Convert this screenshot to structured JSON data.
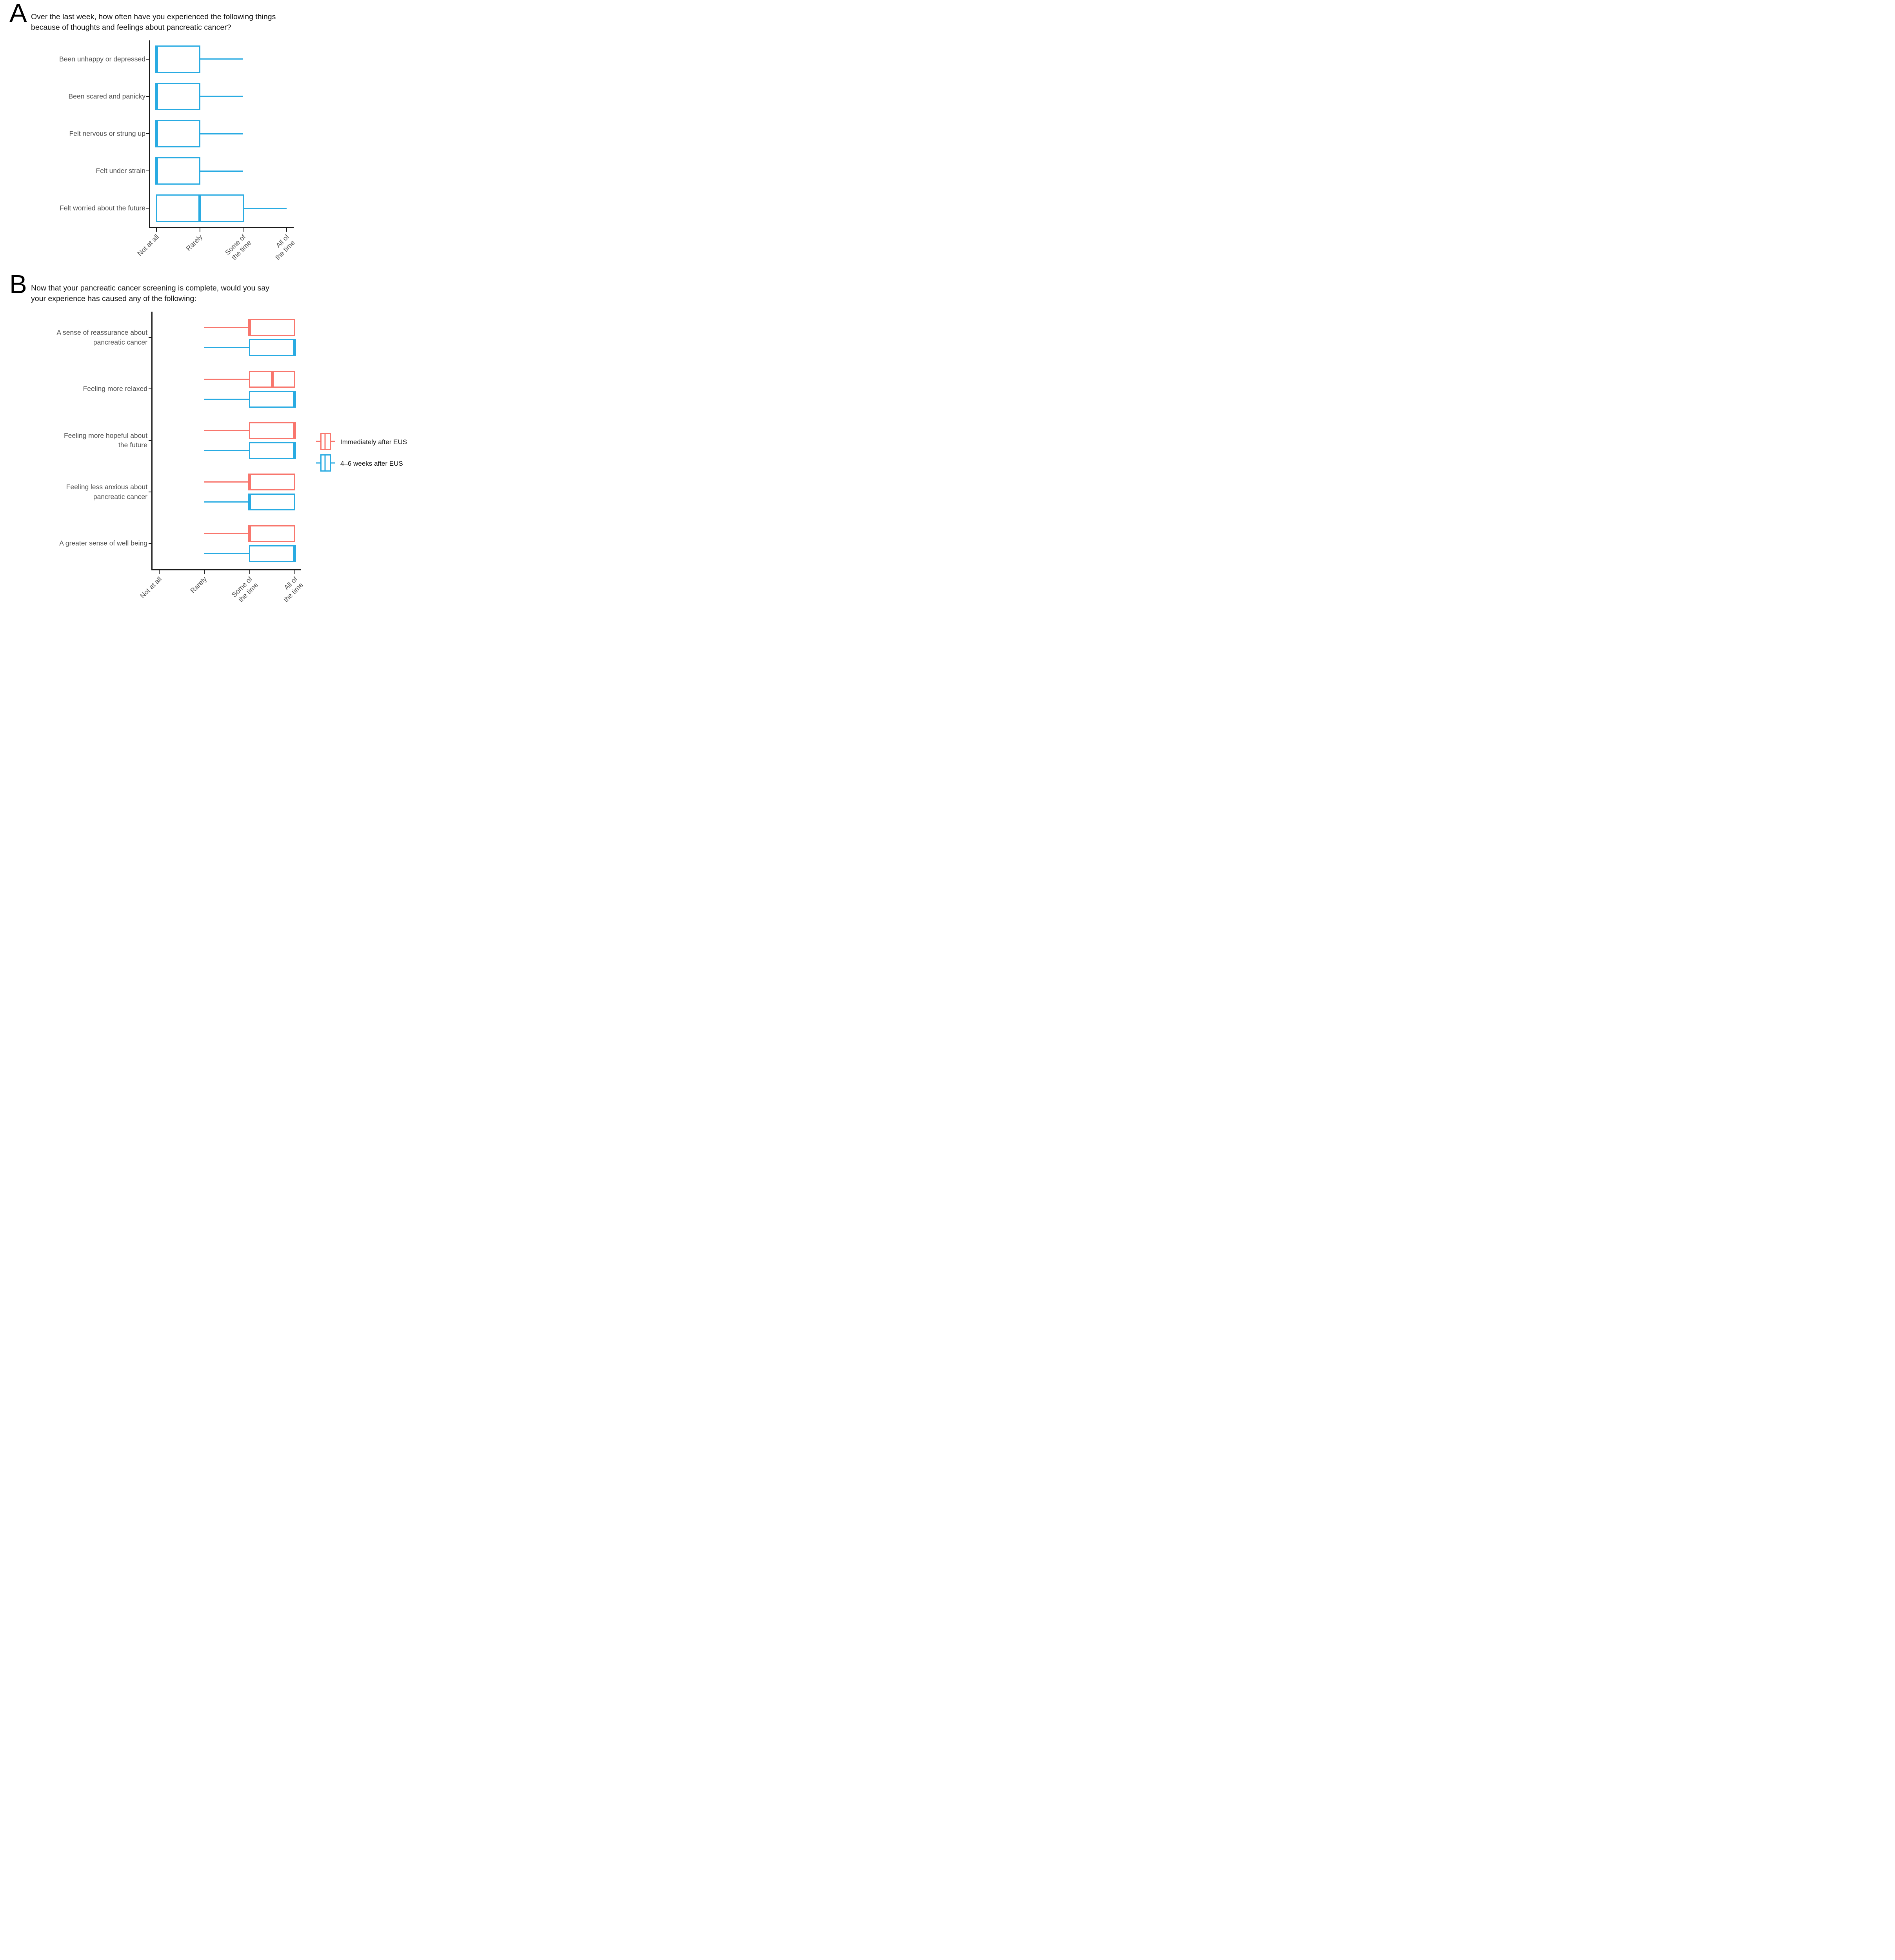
{
  "legend": {
    "items": [
      {
        "label": "Immediately after EUS",
        "color": "#F8766D"
      },
      {
        "label": "4–6 weeks after EUS",
        "color": "#29ABE2"
      }
    ]
  },
  "chart_data": [
    {
      "type": "boxplot",
      "orientation": "horizontal",
      "panel_label": "A",
      "title": "Over the last week, how often have you experienced the following things\nbecause of thoughts and feelings about pancreatic cancer?",
      "x_categories": [
        "Not at all",
        "Rarely",
        "Some of\nthe time",
        "All of\nthe time"
      ],
      "x_value_map": {
        "Not at all": 0,
        "Rarely": 1,
        "Some of the time": 2,
        "All of the time": 3
      },
      "series_color": "#29ABE2",
      "grid": false,
      "rows": [
        {
          "label": "Been unhappy or depressed",
          "whisker_low": 0,
          "q1": 0,
          "median": 0,
          "q3": 1,
          "whisker_high": 2
        },
        {
          "label": "Been scared and panicky",
          "whisker_low": 0,
          "q1": 0,
          "median": 0,
          "q3": 1,
          "whisker_high": 2
        },
        {
          "label": "Felt nervous or strung up",
          "whisker_low": 0,
          "q1": 0,
          "median": 0,
          "q3": 1,
          "whisker_high": 2
        },
        {
          "label": "Felt under strain",
          "whisker_low": 0,
          "q1": 0,
          "median": 0,
          "q3": 1,
          "whisker_high": 2
        },
        {
          "label": "Felt worried about the future",
          "whisker_low": 0,
          "q1": 0,
          "median": 1,
          "q3": 2,
          "whisker_high": 3
        }
      ]
    },
    {
      "type": "boxplot",
      "orientation": "horizontal",
      "panel_label": "B",
      "title": "Now that your pancreatic cancer screening is complete, would you say\nyour experience has caused any of the following:",
      "x_categories": [
        "Not at all",
        "Rarely",
        "Some of\nthe time",
        "All of\nthe time"
      ],
      "x_value_map": {
        "Not at all": 0,
        "Rarely": 1,
        "Some of the time": 2,
        "All of the time": 3
      },
      "grid": false,
      "legend_position": "right",
      "series": [
        {
          "name": "Immediately after EUS",
          "key": "immediate",
          "color": "#F8766D"
        },
        {
          "name": "4–6 weeks after EUS",
          "key": "weeks",
          "color": "#29ABE2"
        }
      ],
      "rows": [
        {
          "label": "A sense of reassurance about\npancreatic cancer",
          "immediate": {
            "whisker_low": 1,
            "q1": 2,
            "median": 2,
            "q3": 3,
            "whisker_high": 3
          },
          "weeks": {
            "whisker_low": 1,
            "q1": 2,
            "median": 3,
            "q3": 3,
            "whisker_high": 3
          }
        },
        {
          "label": "Feeling more relaxed",
          "immediate": {
            "whisker_low": 1,
            "q1": 2,
            "median": 2.5,
            "q3": 3,
            "whisker_high": 3
          },
          "weeks": {
            "whisker_low": 1,
            "q1": 2,
            "median": 3,
            "q3": 3,
            "whisker_high": 3
          }
        },
        {
          "label": "Feeling more hopeful about\nthe future",
          "immediate": {
            "whisker_low": 1,
            "q1": 2,
            "median": 3,
            "q3": 3,
            "whisker_high": 3
          },
          "weeks": {
            "whisker_low": 1,
            "q1": 2,
            "median": 3,
            "q3": 3,
            "whisker_high": 3
          }
        },
        {
          "label": "Feeling less anxious about\npancreatic cancer",
          "immediate": {
            "whisker_low": 1,
            "q1": 2,
            "median": 2,
            "q3": 3,
            "whisker_high": 3
          },
          "weeks": {
            "whisker_low": 1,
            "q1": 2,
            "median": 2,
            "q3": 3,
            "whisker_high": 3
          }
        },
        {
          "label": "A greater sense of well being",
          "immediate": {
            "whisker_low": 1,
            "q1": 2,
            "median": 2,
            "q3": 3,
            "whisker_high": 3
          },
          "weeks": {
            "whisker_low": 1,
            "q1": 2,
            "median": 3,
            "q3": 3,
            "whisker_high": 3
          }
        }
      ]
    }
  ]
}
